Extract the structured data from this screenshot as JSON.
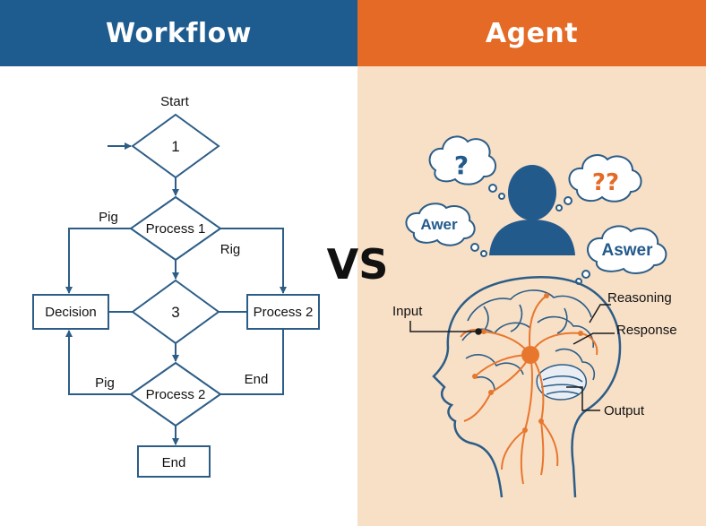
{
  "headers": {
    "left": "Workflow",
    "right": "Agent"
  },
  "vs": "VS",
  "colors": {
    "workflow_blue": "#1e5b8e",
    "agent_orange": "#e46a25",
    "agent_bg": "#f8e0c7",
    "line_blue": "#2c5d87",
    "neuron_orange": "#e8772e"
  },
  "workflow": {
    "start": "Start",
    "diamond_top": "1",
    "process1": "Process 1",
    "diamond_mid": "3",
    "process2_bottom": "Process 2",
    "decision": "Decision",
    "process2_right": "Process 2",
    "end_box": "End",
    "label_pig_top": "Pig",
    "label_rig": "Rig",
    "label_pig_bottom": "Pig",
    "label_end_right": "End"
  },
  "agent": {
    "bubble_q": "?",
    "bubble_qq": "??",
    "bubble_awer": "Awer",
    "bubble_aswer": "Aswer",
    "label_input": "Input",
    "label_reasoning": "Reasoning",
    "label_response": "Response",
    "label_output": "Output"
  }
}
